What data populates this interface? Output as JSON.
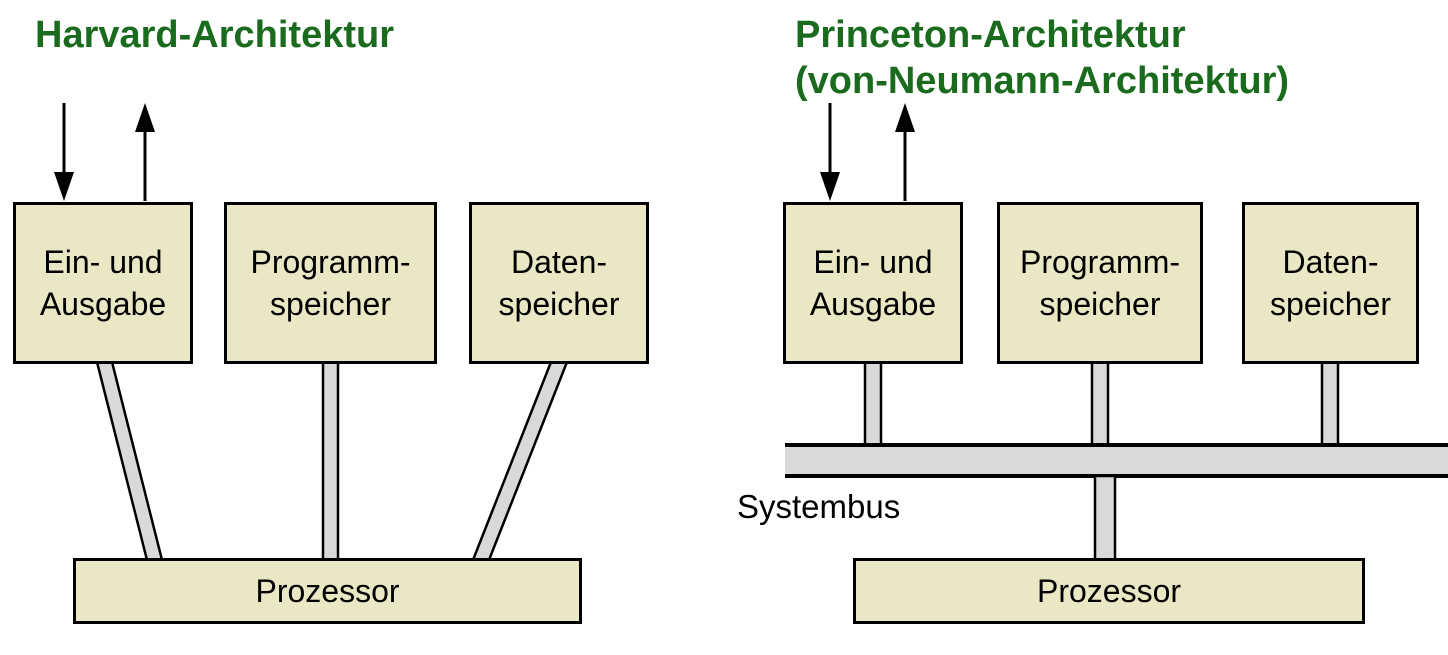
{
  "colors": {
    "title_green": "#1a6b1e",
    "box_fill": "#e9e7c4",
    "connector_gray": "#d9d9d9",
    "outline_black": "#000000"
  },
  "left_diagram": {
    "title": "Harvard-Architektur",
    "io_box": "Ein- und\nAusgabe",
    "program_box": "Programm-\nspeicher",
    "data_box": "Daten-\nspeicher",
    "processor_box": "Prozessor"
  },
  "right_diagram": {
    "title_line1": "Princeton-Architektur",
    "title_line2": "(von-Neumann-Architektur)",
    "io_box": "Ein- und\nAusgabe",
    "program_box": "Programm-\nspeicher",
    "data_box": "Daten-\nspeicher",
    "bus_label": "Systembus",
    "processor_box": "Prozessor"
  }
}
